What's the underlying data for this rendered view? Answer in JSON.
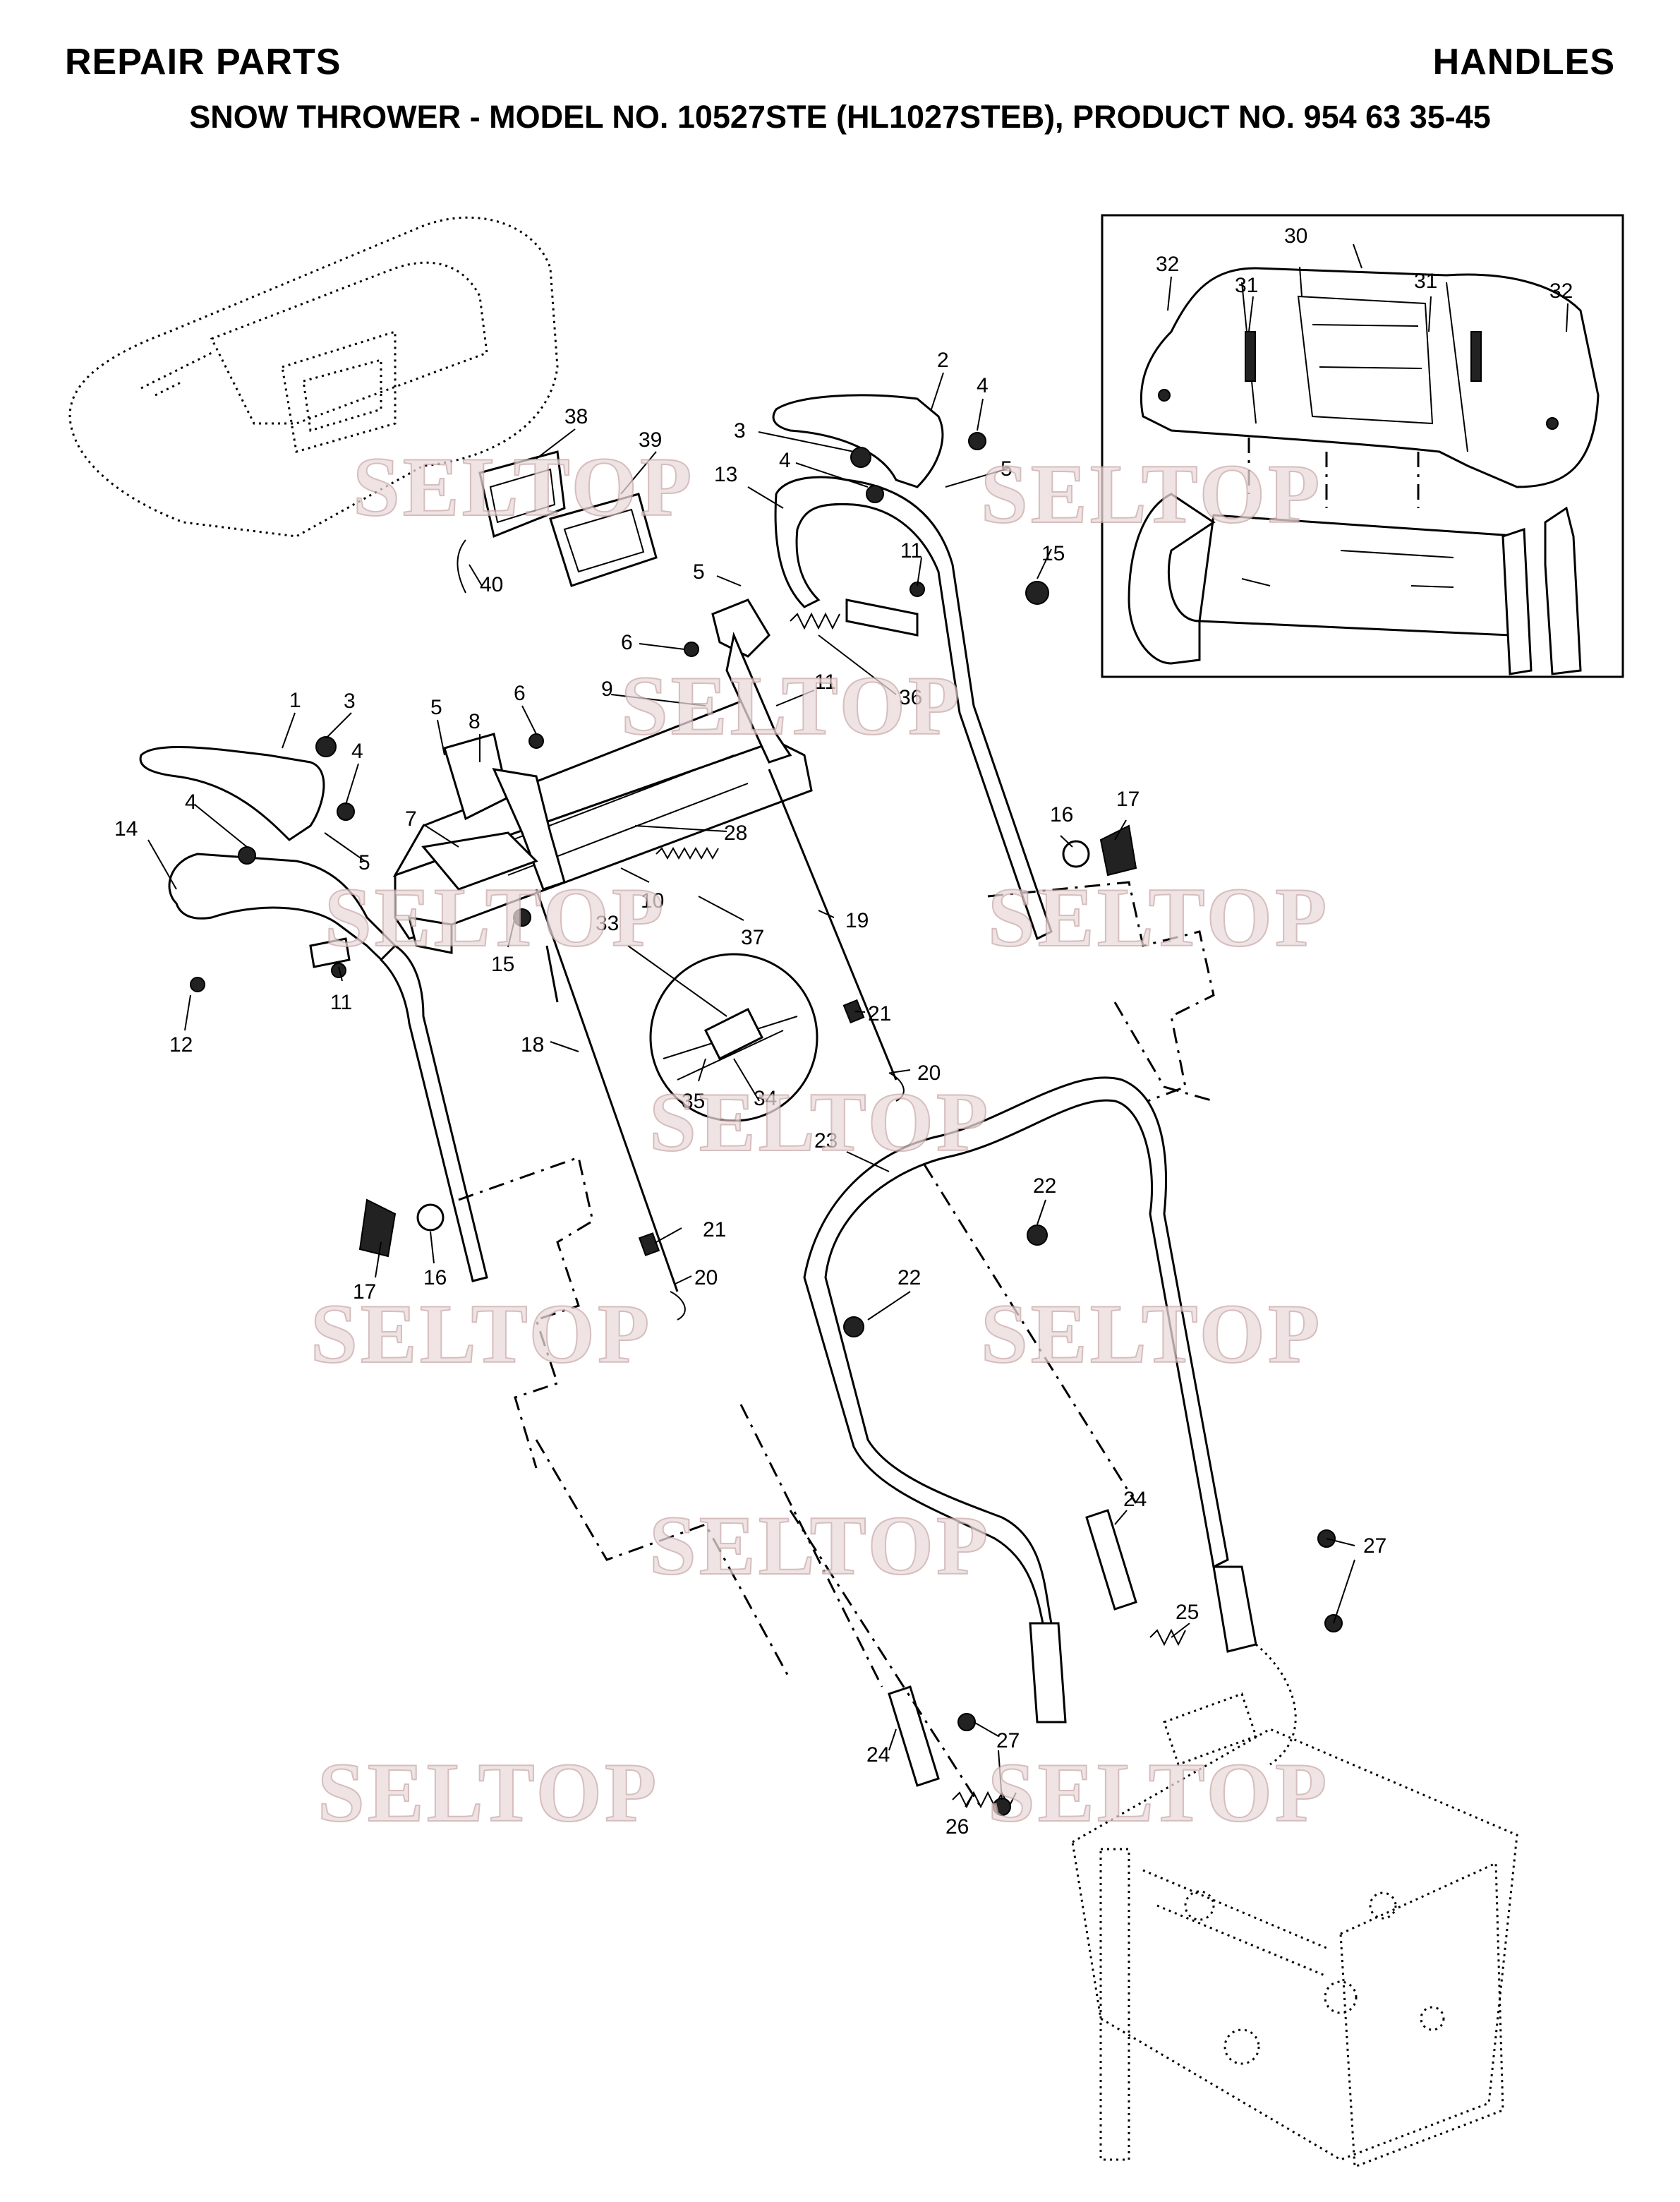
{
  "header": {
    "left_title": "REPAIR PARTS",
    "right_title": "HANDLES",
    "subtitle": "SNOW THROWER - MODEL NO. 10527STE (HL1027STEB), PRODUCT NO. 954 63 35-45"
  },
  "watermark": "SELTOP",
  "callouts": {
    "c1": "1",
    "c2": "2",
    "c3a": "3",
    "c3b": "3",
    "c4a": "4",
    "c4b": "4",
    "c4c": "4",
    "c4d": "4",
    "c5a": "5",
    "c5b": "5",
    "c5c": "5",
    "c5d": "5",
    "c6a": "6",
    "c6b": "6",
    "c7": "7",
    "c8": "8",
    "c9": "9",
    "c10": "10",
    "c11a": "11",
    "c11b": "11",
    "c11c": "11",
    "c12": "12",
    "c13": "13",
    "c14": "14",
    "c15a": "15",
    "c15b": "15",
    "c16a": "16",
    "c16b": "16",
    "c17a": "17",
    "c17b": "17",
    "c18": "18",
    "c19": "19",
    "c20a": "20",
    "c20b": "20",
    "c21a": "21",
    "c21b": "21",
    "c22a": "22",
    "c22b": "22",
    "c23": "23",
    "c24a": "24",
    "c24b": "24",
    "c25": "25",
    "c26": "26",
    "c27a": "27",
    "c27b": "27",
    "c28": "28",
    "c30": "30",
    "c31a": "31",
    "c31b": "31",
    "c32a": "32",
    "c32b": "32",
    "c33": "33",
    "c34": "34",
    "c35": "35",
    "c36": "36",
    "c37": "37",
    "c38": "38",
    "c39": "39",
    "c40": "40"
  }
}
